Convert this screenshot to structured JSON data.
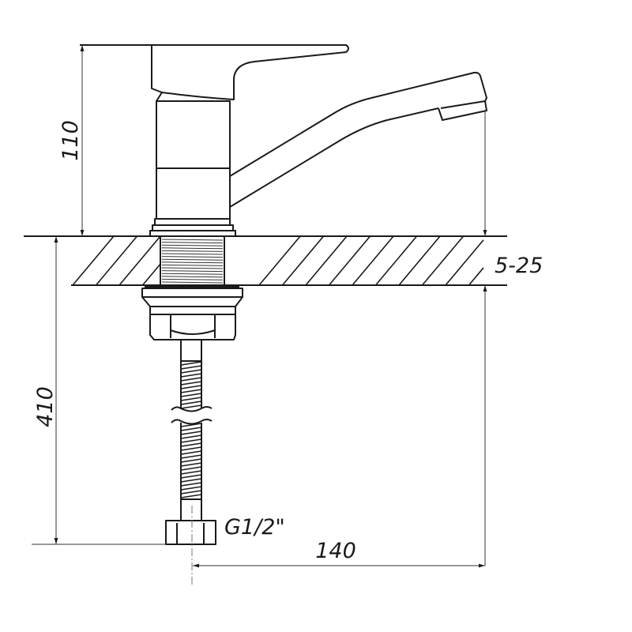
{
  "dimensions": {
    "spout_height": "110",
    "hose_length": "410",
    "counter_thickness": "5-25",
    "spout_reach": "140",
    "connection_thread": "G1/2\""
  },
  "colors": {
    "line": "#1a1a1a",
    "background": "#ffffff"
  }
}
